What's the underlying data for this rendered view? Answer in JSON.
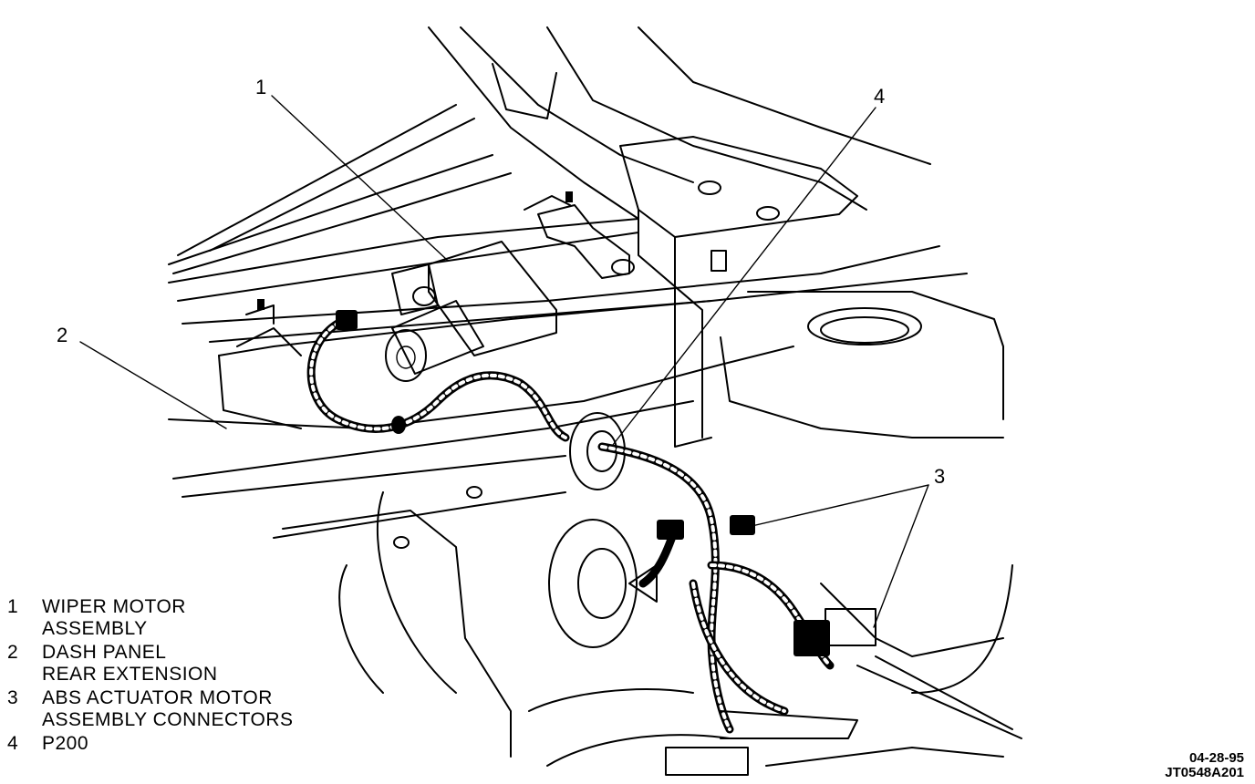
{
  "callouts": [
    "1",
    "2",
    "3",
    "4"
  ],
  "legend": [
    {
      "num": "1",
      "lines": [
        "WIPER MOTOR",
        "ASSEMBLY"
      ]
    },
    {
      "num": "2",
      "lines": [
        "DASH PANEL",
        "REAR EXTENSION"
      ]
    },
    {
      "num": "3",
      "lines": [
        "ABS ACTUATOR MOTOR",
        "ASSEMBLY CONNECTORS"
      ]
    },
    {
      "num": "4",
      "lines": [
        "P200"
      ]
    }
  ],
  "drawing_code": {
    "date": "04-28-95",
    "id": "JT0548A201"
  }
}
